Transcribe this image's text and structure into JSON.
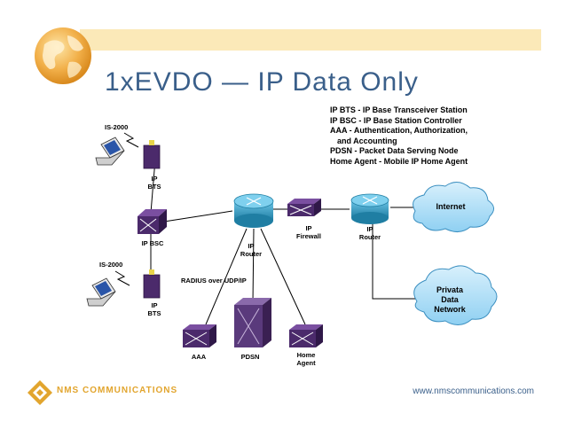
{
  "slide": {
    "title": "1xEVDO — IP Data Only",
    "footer_url": "www.nmscommunications.com",
    "logo_text": "NMS COMMUNICATIONS"
  },
  "legend": [
    "IP BTS -  IP Base Transceiver Station",
    "IP BSC -  IP Base Station Controller",
    "AAA -  Authentication, Authorization,",
    "and Accounting",
    "PDSN -  Packet Data Serving Node",
    "Home Agent -  Mobile IP Home Agent"
  ],
  "labels": {
    "is2000_top": "IS-2000",
    "is2000_bottom": "IS-2000",
    "bts_top": "IP\nBTS",
    "bts_bottom": "IP\nBTS",
    "bsc": "IP BSC",
    "router_center": "IP\nRouter",
    "firewall": "IP\nFirewall",
    "router_right": "IP\nRouter",
    "radius": "RADIUS over UDP/IP",
    "aaa": "AAA",
    "pdsn": "PDSN",
    "home_agent": "Home\nAgent",
    "internet": "Internet",
    "private_network": "Privata\nData\nNetwork"
  },
  "colors": {
    "title": "#3a5f8a",
    "device_purple": "#4b2a6b",
    "router_blue": "#2d8fb3",
    "cloud_blue": "#5bb8e8",
    "accent_orange": "#e2a52e",
    "band": "#fbe9b8"
  }
}
